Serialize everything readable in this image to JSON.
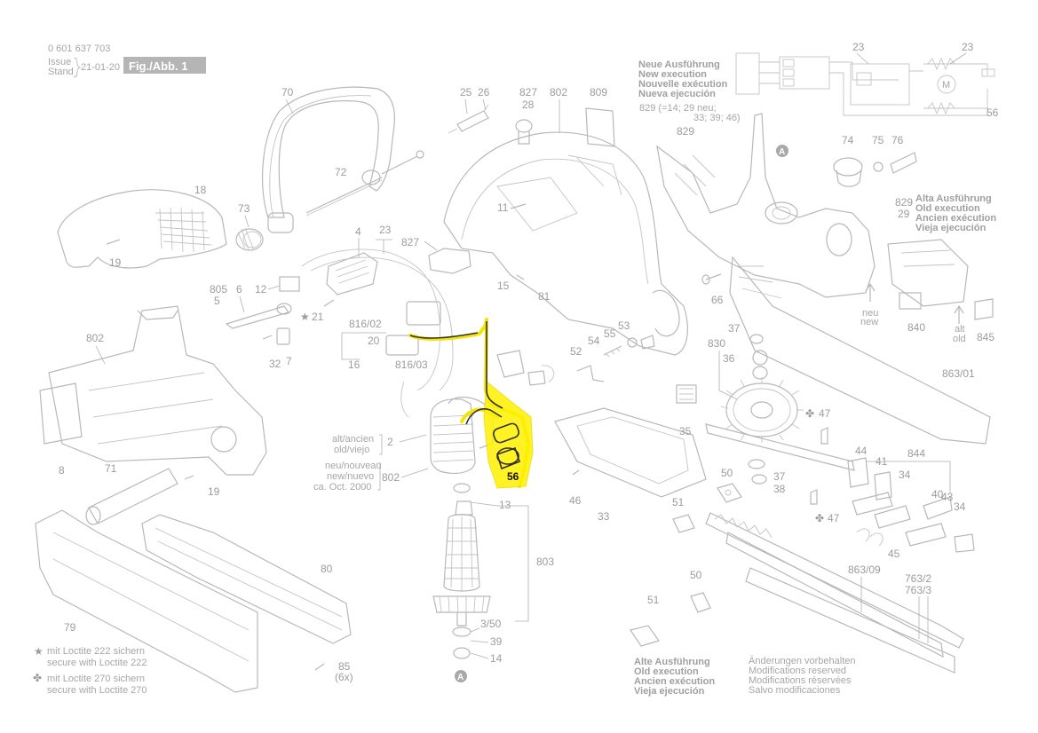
{
  "header": {
    "part_number": "0 601 637 703",
    "issue_line1": "Issue",
    "issue_line2": "Stand",
    "date": "21-01-20",
    "figure": "Fig./Abb. 1"
  },
  "new_execution": [
    "Neue Ausführung",
    "New execution",
    "Nouvelle exécution",
    "Nueva ejecución"
  ],
  "new_execution_note": [
    "829 (=14; 29 neu;",
    "33; 39; 46)"
  ],
  "old_execution_right": [
    "Alta Ausführung",
    "Old execution",
    "Ancien exécution",
    "Vieja ejecución"
  ],
  "old_execution_bottom": [
    "Alte Ausführung",
    "Old execution",
    "Ancien exécution",
    "Vieja ejecución"
  ],
  "modifications": [
    "Änderungen vorbehalten",
    "Modifications reserved",
    "Modifications réservées",
    "Salvo modificaciones"
  ],
  "legend": {
    "star_line1": "mit Loctite 222 sichern",
    "star_line2": "secure with Loctite 222",
    "cross_line1": "mit Loctite 270 sichern",
    "cross_line2": "secure with Loctite 270"
  },
  "variants": {
    "alt_line1": "alt/ancien",
    "alt_line2": "old/viejo",
    "neu_line1": "neu/nouveau",
    "neu_line2": "new/nuevo",
    "neu_line3": "ca. Oct. 2000"
  },
  "neu_new": [
    "neu",
    "new"
  ],
  "alt_old": [
    "alt",
    "old"
  ],
  "marker_A": "A",
  "highlighted_part": "56",
  "labels": {
    "l70": "70",
    "l72": "72",
    "l18": "18",
    "l73": "73",
    "l19a": "19",
    "l19b": "19",
    "l25": "25",
    "l26": "26",
    "l827a": "827",
    "l28": "28",
    "l802a": "802",
    "l809": "809",
    "l11": "11",
    "l827b": "827",
    "l15": "15",
    "l81": "81",
    "l4": "4",
    "l23a": "23",
    "l805": "805",
    "l5": "5",
    "l6": "6",
    "l12": "12",
    "l21": "21",
    "l81602": "816/02",
    "l20": "20",
    "l32": "32",
    "l7": "7",
    "l16": "16",
    "l81603": "816/03",
    "l802b": "802",
    "l8": "8",
    "l71": "71",
    "l2": "2",
    "l802c": "802",
    "l13": "13",
    "l803": "803",
    "l350": "3/50",
    "l39": "39",
    "l14": "14",
    "l85": "85",
    "l85b": "(6x)",
    "l80": "80",
    "l79": "79",
    "l52": "52",
    "l54": "54",
    "l55": "55",
    "l53": "53",
    "l46": "46",
    "l33": "33",
    "l829a": "829",
    "l74": "74",
    "l75": "75",
    "l76": "76",
    "l829b": "829",
    "l29": "29",
    "l66": "66",
    "l840": "840",
    "l845": "845",
    "l37a": "37",
    "l830": "830",
    "l36": "36",
    "l86301": "863/01",
    "l35": "35",
    "l47a": "47",
    "l47b": "47",
    "l44a": "44",
    "l41": "41",
    "l844": "844",
    "l34a": "34",
    "l40": "40",
    "l34b": "34",
    "l43": "43",
    "l45": "45",
    "l50a": "50",
    "l37b": "37",
    "l38": "38",
    "l51a": "51",
    "l86309": "863/09",
    "l7632": "763/2",
    "l7633": "763/3",
    "l50b": "50",
    "l51b": "51",
    "l23b": "23",
    "l23c": "23",
    "l56b": "56"
  }
}
